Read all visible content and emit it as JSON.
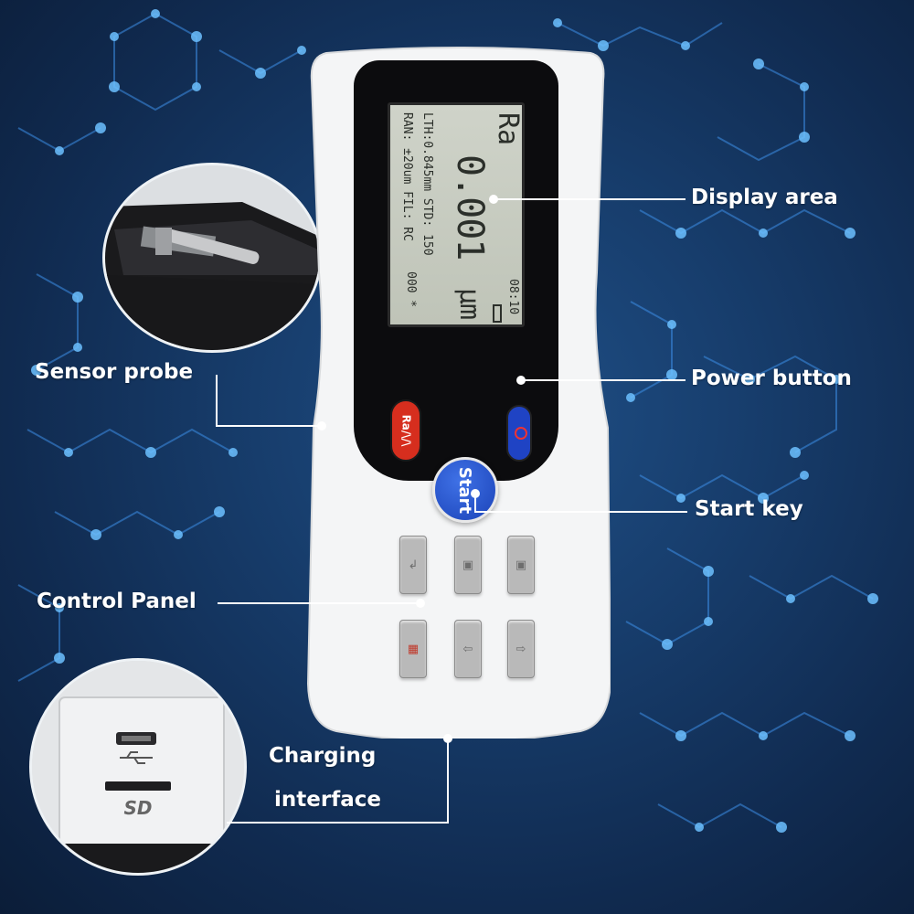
{
  "labels": {
    "display_area": "Display area",
    "sensor_probe": "Sensor probe",
    "power_button": "Power button",
    "start_key": "Start key",
    "control_panel": "Control Panel",
    "charging_interface_line1": "Charging",
    "charging_interface_line2": "interface"
  },
  "lcd": {
    "line1": "000 *",
    "line2": "LTH:0.845mm STD: 150",
    "line3": "RAN: ±20um  FIL: RC",
    "param": "Ra",
    "value": "0.001",
    "unit": "μm",
    "time": "08:10"
  },
  "buttons": {
    "ra_label": "Ra/\\/\\",
    "start_label": "Start"
  },
  "ports": {
    "usb_icon": "usb-icon",
    "sd_label": "SD"
  },
  "colors": {
    "background": "#173d6c",
    "network": "#4fa8ff",
    "start_button": "#1f4fc9",
    "ra_button": "#d62e1e"
  }
}
